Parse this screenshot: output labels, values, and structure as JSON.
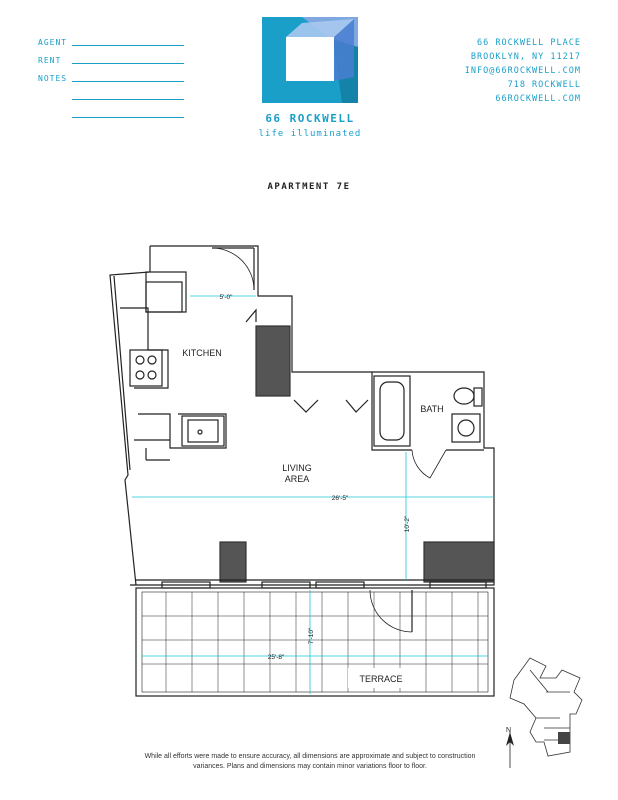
{
  "form": {
    "agent_label": "AGENT",
    "rent_label": "RENT",
    "notes_label": "NOTES"
  },
  "brand": {
    "name": "66 ROCKWELL",
    "tagline": "life illuminated",
    "color": "#1a9fc9"
  },
  "contact": {
    "line1": "66 ROCKWELL PLACE",
    "line2": "BROOKLYN, NY 11217",
    "line3": "INFO@66ROCKWELL.COM",
    "line4": "718 ROCKWELL",
    "line5": "66ROCKWELL.COM"
  },
  "plan": {
    "title": "APARTMENT 7E",
    "rooms": {
      "kitchen": "KITCHEN",
      "bath": "BATH",
      "living_line1": "LIVING",
      "living_line2": "AREA",
      "terrace": "TERRACE"
    },
    "dimensions": {
      "entry_width": "5'-0\"",
      "living_width": "26'-5\"",
      "living_depth": "10'-2\"",
      "terrace_depth": "7'-10\"",
      "terrace_width": "25'-8\""
    },
    "north_label": "N"
  },
  "disclaimer": "While all efforts were made to ensure accuracy, all dimensions are approximate and subject to construction variances. Plans and dimensions may contain minor variations floor to floor."
}
